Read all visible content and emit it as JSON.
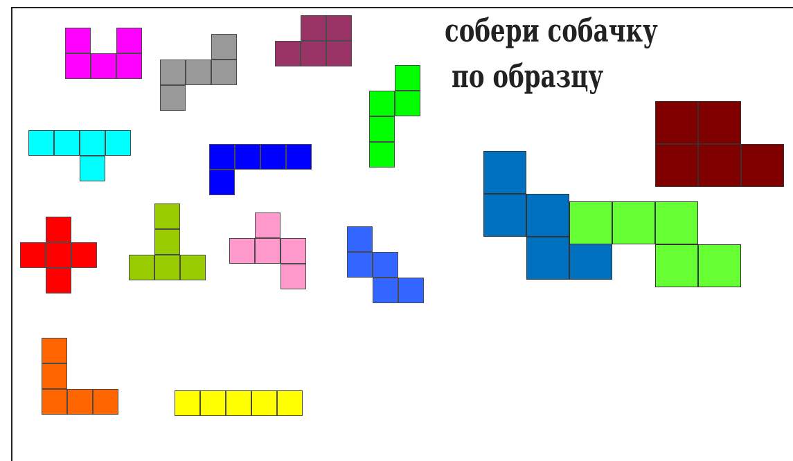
{
  "title": {
    "line1": "собери собачку",
    "line2": "по образцу"
  },
  "pieces": [
    {
      "name": "piece-magenta-u",
      "color": "#ff00ff"
    },
    {
      "name": "piece-gray",
      "color": "#999999"
    },
    {
      "name": "piece-purple",
      "color": "#993366"
    },
    {
      "name": "piece-green",
      "color": "#00ff00"
    },
    {
      "name": "piece-cyan",
      "color": "#00ffff"
    },
    {
      "name": "piece-blue",
      "color": "#0000ff"
    },
    {
      "name": "piece-red-cross",
      "color": "#ff0000"
    },
    {
      "name": "piece-olive-t",
      "color": "#99cc00"
    },
    {
      "name": "piece-pink",
      "color": "#ff99cc"
    },
    {
      "name": "piece-royal-blue",
      "color": "#3366ff"
    },
    {
      "name": "piece-orange-l",
      "color": "#ff6600"
    },
    {
      "name": "piece-yellow-line",
      "color": "#ffff00"
    },
    {
      "name": "dog-maroon",
      "color": "#800000"
    },
    {
      "name": "dog-blue",
      "color": "#0070c0"
    },
    {
      "name": "dog-lime",
      "color": "#66ff33"
    }
  ]
}
